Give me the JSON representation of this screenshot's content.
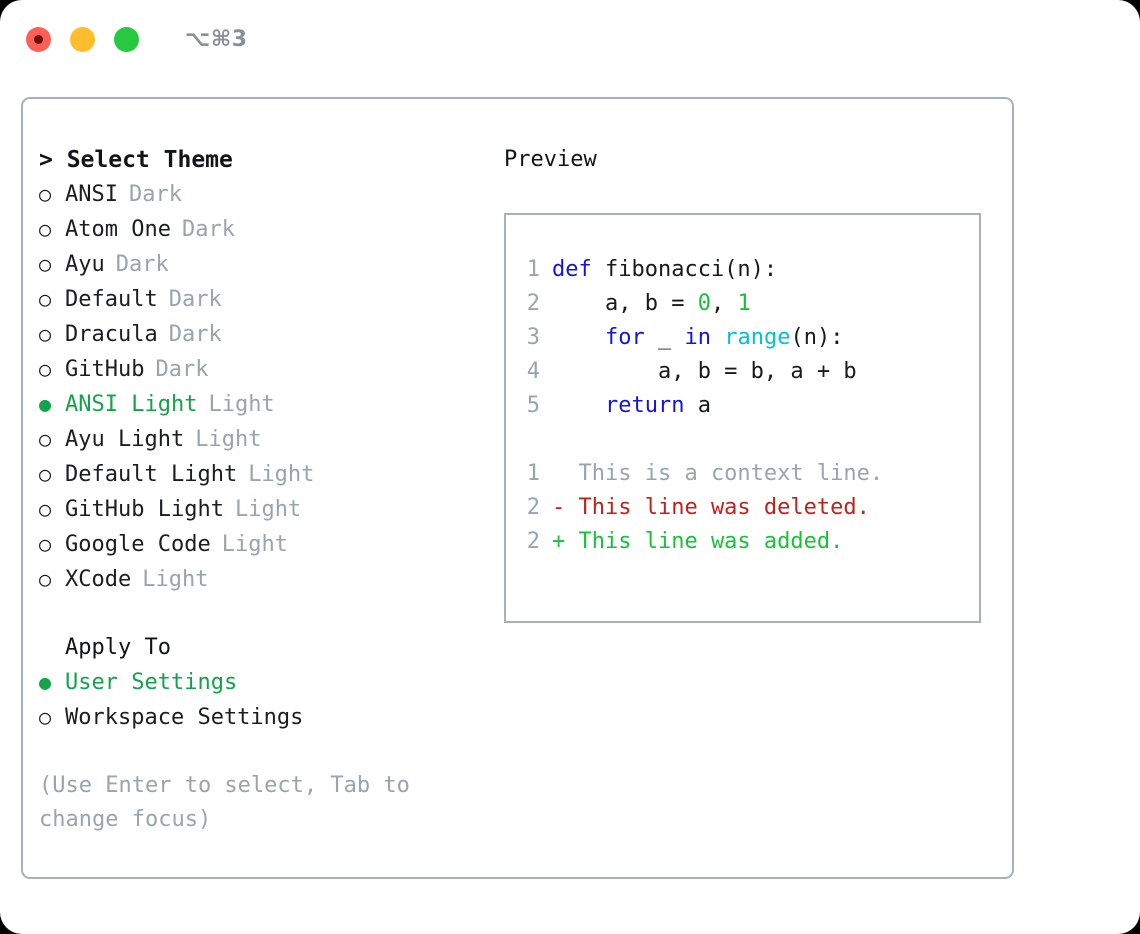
{
  "titlebar": {
    "shortcut": "⌥⌘3",
    "lights": [
      "close-red",
      "minimize-amber",
      "maximize-green"
    ]
  },
  "theme_panel": {
    "header": "> Select Theme",
    "themes": [
      {
        "marker": "○",
        "name": "ANSI",
        "category": "Dark",
        "selected": false
      },
      {
        "marker": "○",
        "name": "Atom One",
        "category": "Dark",
        "selected": false
      },
      {
        "marker": "○",
        "name": "Ayu",
        "category": "Dark",
        "selected": false
      },
      {
        "marker": "○",
        "name": "Default",
        "category": "Dark",
        "selected": false
      },
      {
        "marker": "○",
        "name": "Dracula",
        "category": "Dark",
        "selected": false
      },
      {
        "marker": "○",
        "name": "GitHub",
        "category": "Dark",
        "selected": false
      },
      {
        "marker": "●",
        "name": "ANSI Light",
        "category": "Light",
        "selected": true
      },
      {
        "marker": "○",
        "name": "Ayu Light",
        "category": "Light",
        "selected": false
      },
      {
        "marker": "○",
        "name": "Default Light",
        "category": "Light",
        "selected": false
      },
      {
        "marker": "○",
        "name": "GitHub Light",
        "category": "Light",
        "selected": false
      },
      {
        "marker": "○",
        "name": "Google Code",
        "category": "Light",
        "selected": false
      },
      {
        "marker": "○",
        "name": "XCode",
        "category": "Light",
        "selected": false
      }
    ],
    "apply_to": {
      "header": "Apply To",
      "options": [
        {
          "marker": "●",
          "label": "User Settings",
          "selected": true
        },
        {
          "marker": "○",
          "label": "Workspace Settings",
          "selected": false
        }
      ]
    },
    "hint": "(Use Enter to select, Tab to change focus)"
  },
  "preview": {
    "title": "Preview",
    "code": [
      {
        "num": "1",
        "tokens": [
          {
            "t": "def ",
            "c": "tok-kw"
          },
          {
            "t": "fibonacci(n):",
            "c": "tok-txt"
          }
        ]
      },
      {
        "num": "2",
        "tokens": [
          {
            "t": "    a, b = ",
            "c": "tok-txt"
          },
          {
            "t": "0",
            "c": "tok-num"
          },
          {
            "t": ", ",
            "c": "tok-txt"
          },
          {
            "t": "1",
            "c": "tok-num"
          }
        ]
      },
      {
        "num": "3",
        "tokens": [
          {
            "t": "    ",
            "c": "tok-txt"
          },
          {
            "t": "for",
            "c": "tok-kw"
          },
          {
            "t": " _ ",
            "c": "tok-txt"
          },
          {
            "t": "in",
            "c": "tok-kw"
          },
          {
            "t": " ",
            "c": "tok-txt"
          },
          {
            "t": "range",
            "c": "tok-fn"
          },
          {
            "t": "(n):",
            "c": "tok-txt"
          }
        ]
      },
      {
        "num": "4",
        "tokens": [
          {
            "t": "        a, b = b, a + b",
            "c": "tok-txt"
          }
        ]
      },
      {
        "num": "5",
        "tokens": [
          {
            "t": "    ",
            "c": "tok-txt"
          },
          {
            "t": "return",
            "c": "tok-kw"
          },
          {
            "t": " a",
            "c": "tok-txt"
          }
        ]
      }
    ],
    "diff": [
      {
        "num": "1",
        "tokens": [
          {
            "t": "  This is a context line.",
            "c": "tok-ctx"
          }
        ]
      },
      {
        "num": "2",
        "tokens": [
          {
            "t": "- This line was deleted.",
            "c": "tok-del"
          }
        ]
      },
      {
        "num": "2",
        "tokens": [
          {
            "t": "+ This line was added.",
            "c": "tok-add"
          }
        ]
      }
    ]
  },
  "colors": {
    "accent_green": "#12a44a",
    "muted": "#9aa3b0",
    "border": "#a7b0bf",
    "keyword_blue": "#1414e0",
    "function_cyan": "#00c2d4",
    "number_green": "#17c23a",
    "diff_delete_red": "#c0211b",
    "diff_add_green": "#17c23a",
    "light_red": "#ff5f57",
    "light_amber": "#ffbd2e",
    "light_green": "#28c840"
  }
}
